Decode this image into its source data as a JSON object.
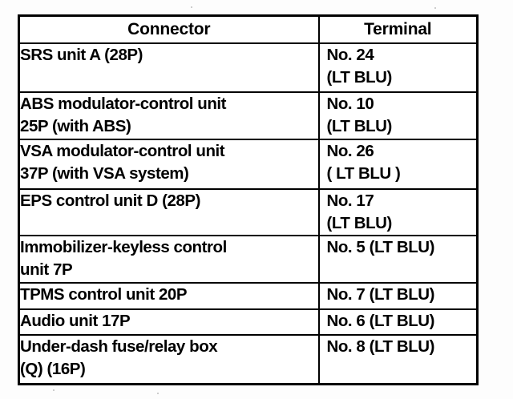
{
  "document": {
    "kind": "scanned-service-manual-table",
    "table_title": "",
    "ink_color": "#000000",
    "paper_color": "#fdfdfd"
  },
  "table": {
    "columns": [
      {
        "key": "connector",
        "header": "Connector"
      },
      {
        "key": "terminal",
        "header": "Terminal"
      }
    ],
    "rows": [
      {
        "connector_lines": [
          "SRS unit A (28P)"
        ],
        "terminal_lines": [
          "No. 24",
          "(LT BLU)"
        ]
      },
      {
        "connector_lines": [
          "ABS modulator-control unit",
          "25P (with ABS)"
        ],
        "terminal_lines": [
          "No. 10",
          "(LT BLU)"
        ]
      },
      {
        "connector_lines": [
          "VSA modulator-control unit",
          "37P (with VSA system)"
        ],
        "terminal_lines": [
          "No. 26",
          "( LT BLU )"
        ]
      },
      {
        "connector_lines": [
          "EPS control unit D (28P)"
        ],
        "terminal_lines": [
          "No. 17",
          "(LT BLU)"
        ]
      },
      {
        "connector_lines": [
          "Immobilizer-keyless control",
          "unit 7P"
        ],
        "terminal_lines": [
          "No. 5 (LT BLU)"
        ]
      },
      {
        "connector_lines": [
          "TPMS control unit 20P"
        ],
        "terminal_lines": [
          "No. 7 (LT BLU)"
        ]
      },
      {
        "connector_lines": [
          "Audio unit 17P"
        ],
        "terminal_lines": [
          "No. 6 (LT BLU)"
        ]
      },
      {
        "connector_lines": [
          "Under-dash fuse/relay box",
          "(Q) (16P)"
        ],
        "terminal_lines": [
          "No. 8 (LT BLU)"
        ]
      }
    ]
  }
}
